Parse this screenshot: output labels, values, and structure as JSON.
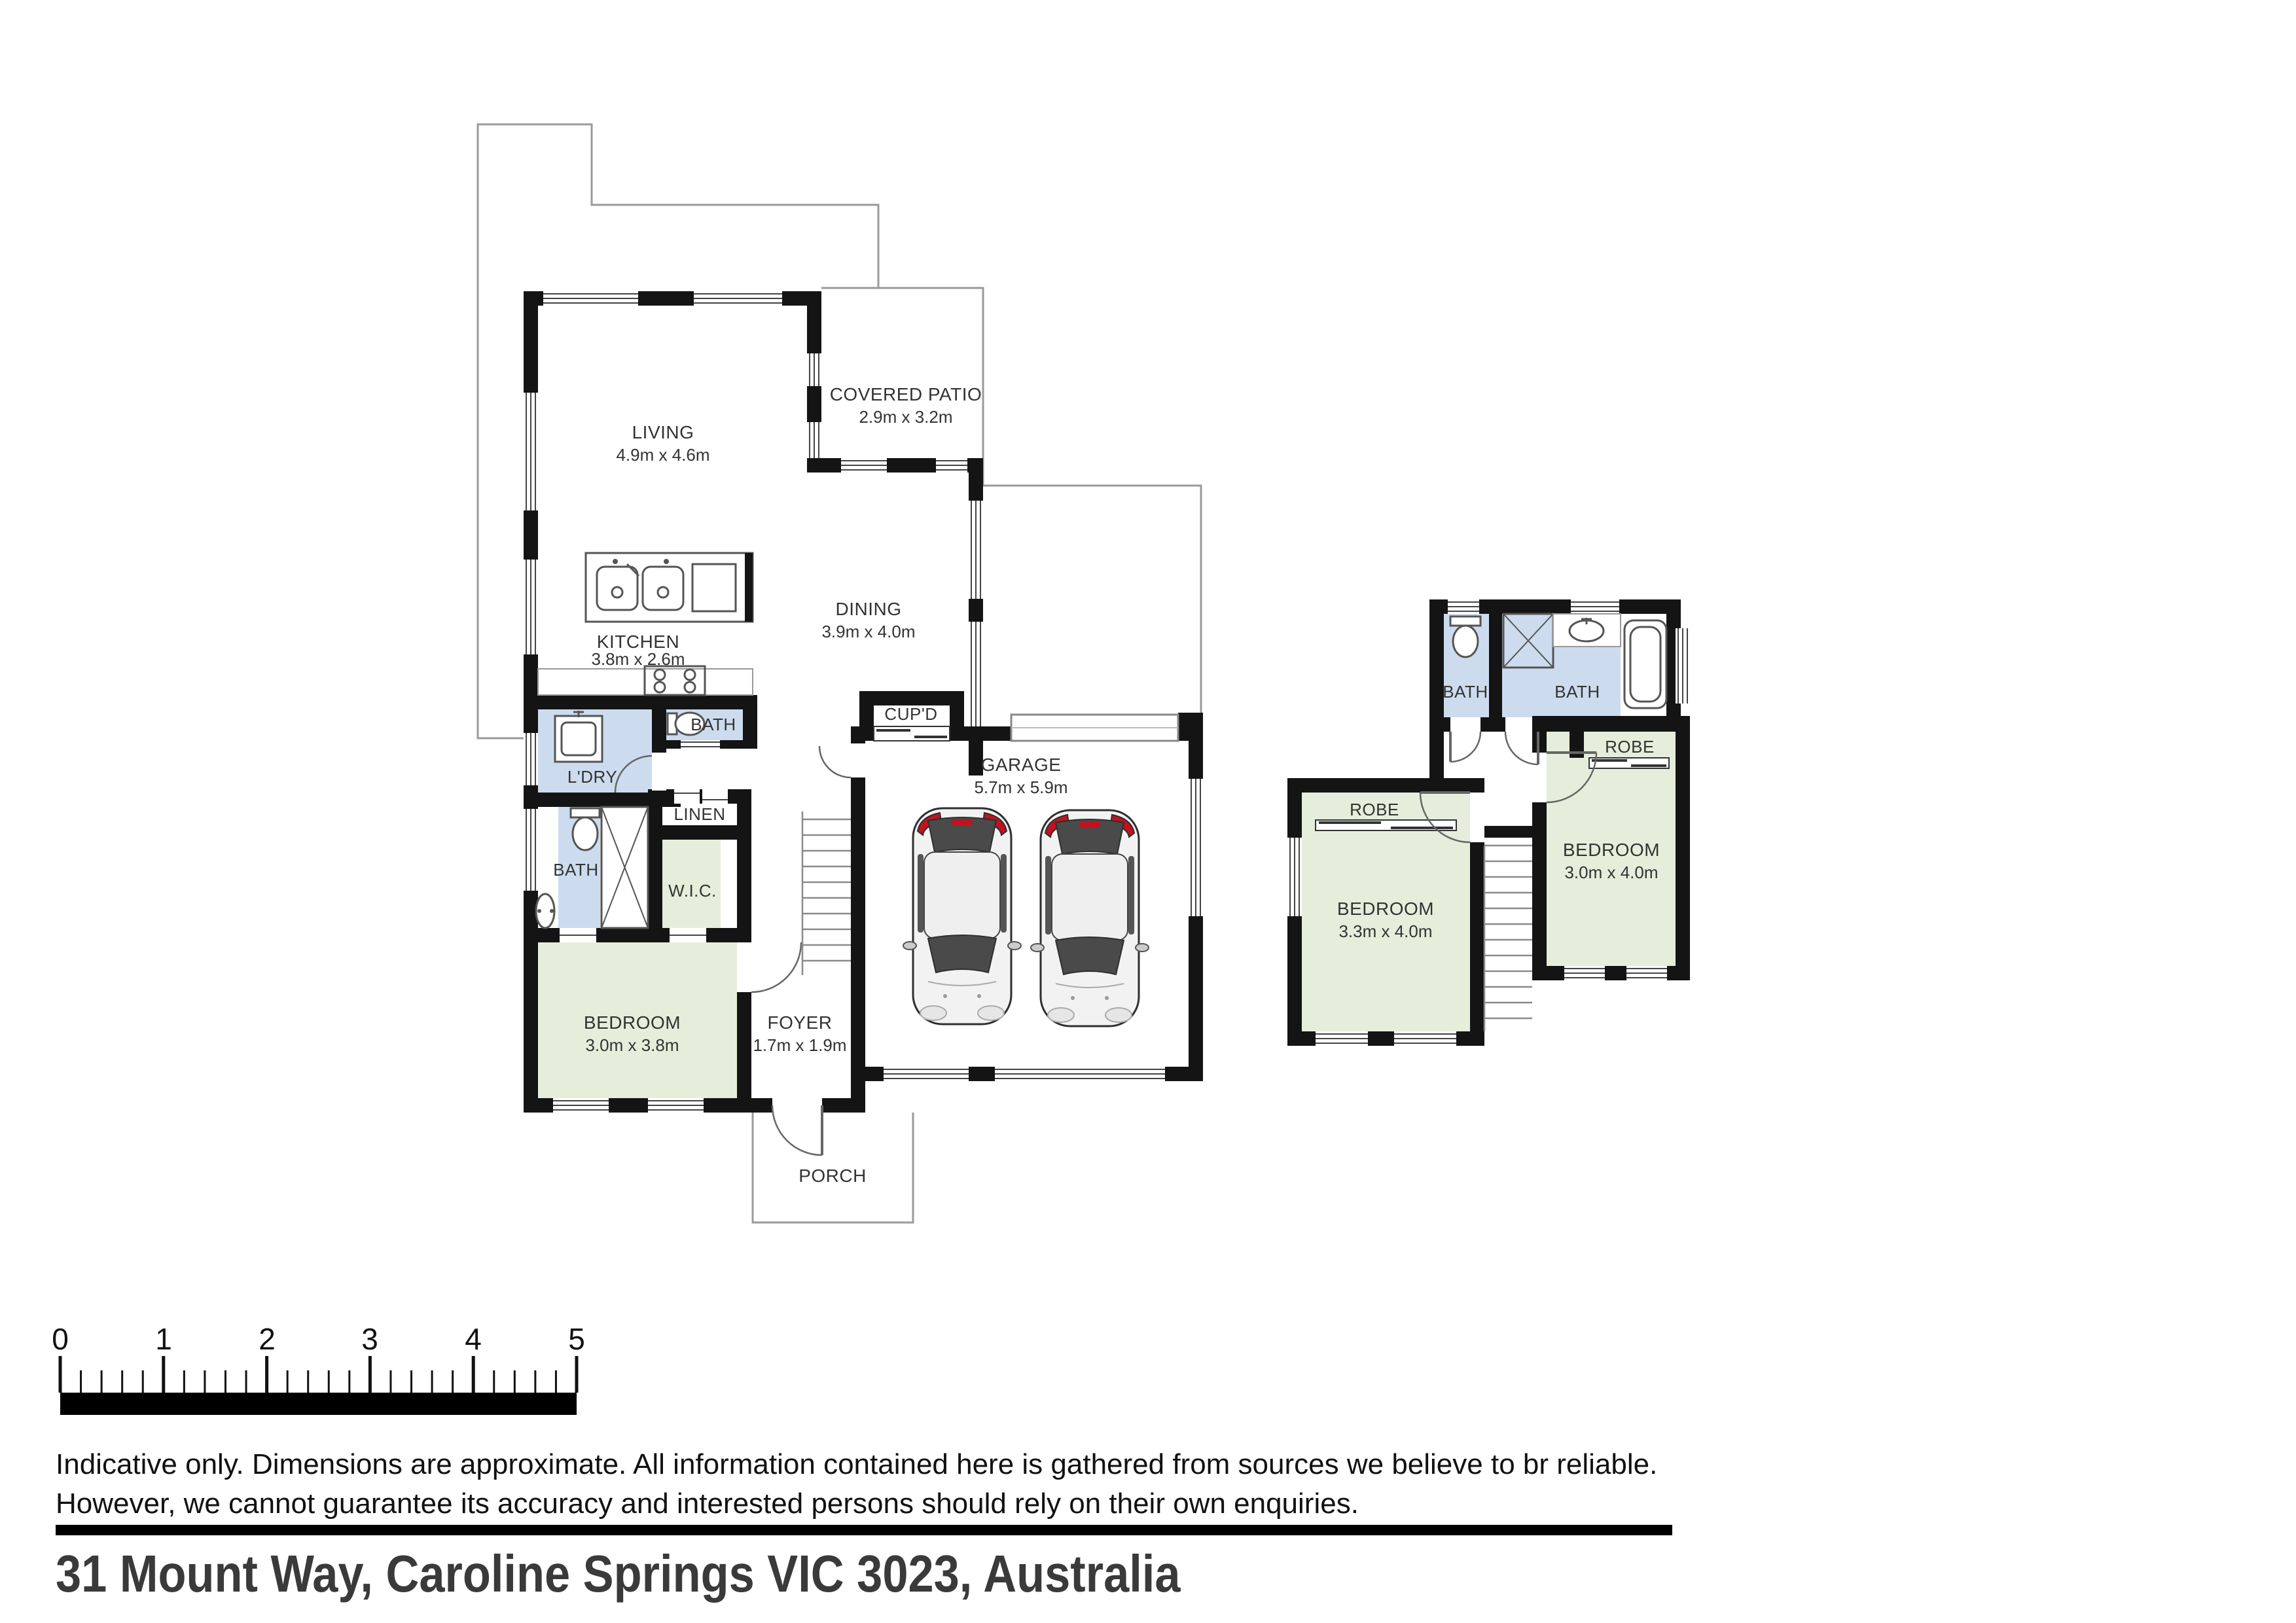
{
  "address": "31 Mount Way, Caroline Springs VIC 3023, Australia",
  "disclaimer": {
    "line1": "Indicative only. Dimensions are approximate. All information contained here is gathered from sources we believe to br reliable.",
    "line2": "However, we cannot guarantee its accuracy and interested persons should rely on their own enquiries."
  },
  "scale_bar": {
    "unit_labels": [
      "0",
      "1",
      "2",
      "3",
      "4",
      "5"
    ]
  },
  "floorplan": {
    "ground": {
      "living": {
        "name": "LIVING",
        "dims": "4.9m x 4.6m"
      },
      "covered_patio": {
        "name": "COVERED PATIO",
        "dims": "2.9m x 3.2m"
      },
      "kitchen": {
        "name": "KITCHEN",
        "dims": "3.8m x 2.6m"
      },
      "dining": {
        "name": "DINING",
        "dims": "3.9m x 4.0m"
      },
      "cupboard": {
        "name": "CUP'D"
      },
      "garage": {
        "name": "GARAGE",
        "dims": "5.7m x 5.9m"
      },
      "laundry": {
        "name": "L'DRY"
      },
      "bath_powder": {
        "name": "BATH"
      },
      "linen": {
        "name": "LINEN"
      },
      "bath_main": {
        "name": "BATH"
      },
      "wic": {
        "name": "W.I.C."
      },
      "bedroom": {
        "name": "BEDROOM",
        "dims": "3.0m x 3.8m"
      },
      "foyer": {
        "name": "FOYER",
        "dims": "1.7m x 1.9m"
      },
      "porch": {
        "name": "PORCH"
      }
    },
    "upper": {
      "bath_small": {
        "name": "BATH"
      },
      "bath_main": {
        "name": "BATH"
      },
      "robe_left": {
        "name": "ROBE"
      },
      "robe_right": {
        "name": "ROBE"
      },
      "bedroom_left": {
        "name": "BEDROOM",
        "dims": "3.3m x 4.0m"
      },
      "bedroom_right": {
        "name": "BEDROOM",
        "dims": "3.0m x 4.0m"
      }
    }
  },
  "colors": {
    "wall": "#141414",
    "wet_area_fill": "#ccdcee",
    "bedroom_fill": "#e6eedb",
    "boundary_line": "#9a9a9a",
    "accent_red": "#c1121f",
    "text": "#333333"
  }
}
